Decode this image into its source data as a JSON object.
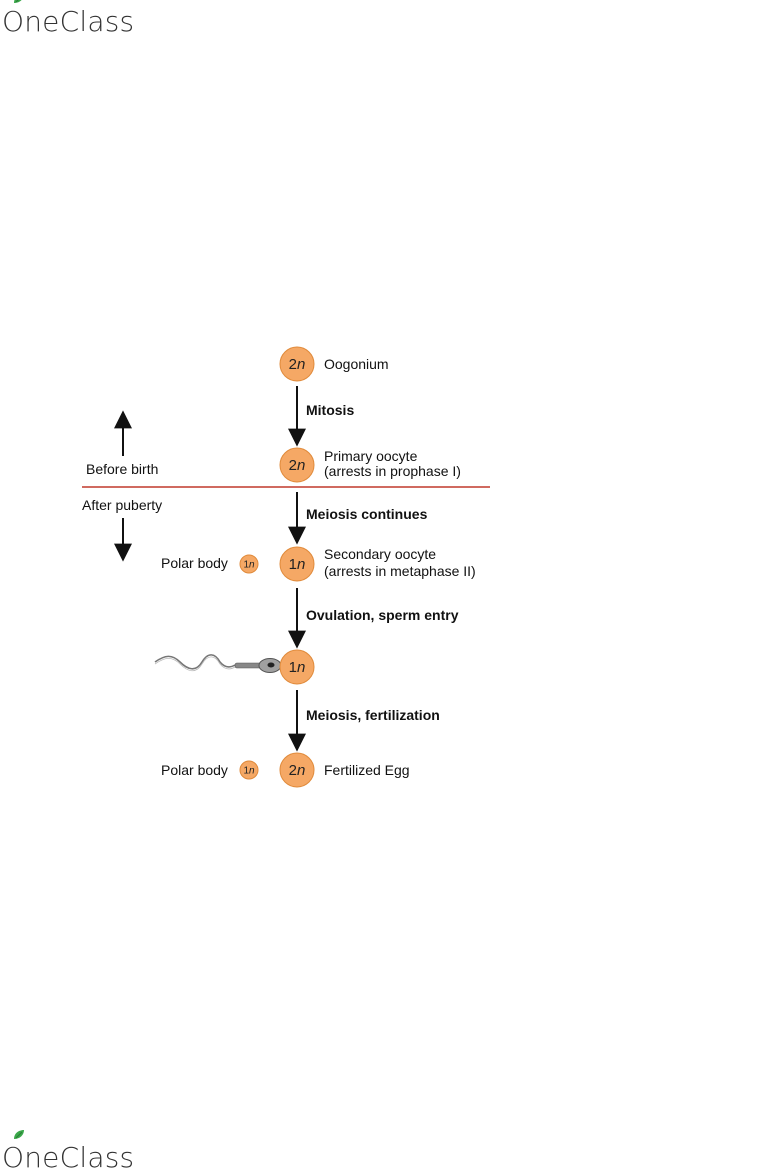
{
  "logo": {
    "text": "OneClass"
  },
  "colors": {
    "cell_fill": "#f5a865",
    "cell_stroke": "#e08a3a",
    "divider": "#c0392b",
    "arrow": "#111111"
  },
  "diagram": {
    "cells": [
      {
        "id": "oogonium",
        "ploidy_num": "2",
        "ploidy_var": "n",
        "label": "Oogonium"
      },
      {
        "id": "primary",
        "ploidy_num": "2",
        "ploidy_var": "n",
        "label_line1": "Primary oocyte",
        "label_line2": "(arrests in prophase I)"
      },
      {
        "id": "secondary",
        "ploidy_num": "1",
        "ploidy_var": "n",
        "label_line1": "Secondary oocyte",
        "label_line2": "(arrests in metaphase II)"
      },
      {
        "id": "sperm-entry",
        "ploidy_num": "1",
        "ploidy_var": "n"
      },
      {
        "id": "fertilized",
        "ploidy_num": "2",
        "ploidy_var": "n",
        "label": "Fertilized Egg"
      }
    ],
    "steps": [
      "Mitosis",
      "Meiosis continues",
      "Ovulation, sperm entry",
      "Meiosis, fertilization"
    ],
    "polar_body": {
      "label": "Polar body",
      "ploidy_num": "1",
      "ploidy_var": "n"
    },
    "before_birth": "Before birth",
    "after_puberty": "After puberty"
  }
}
